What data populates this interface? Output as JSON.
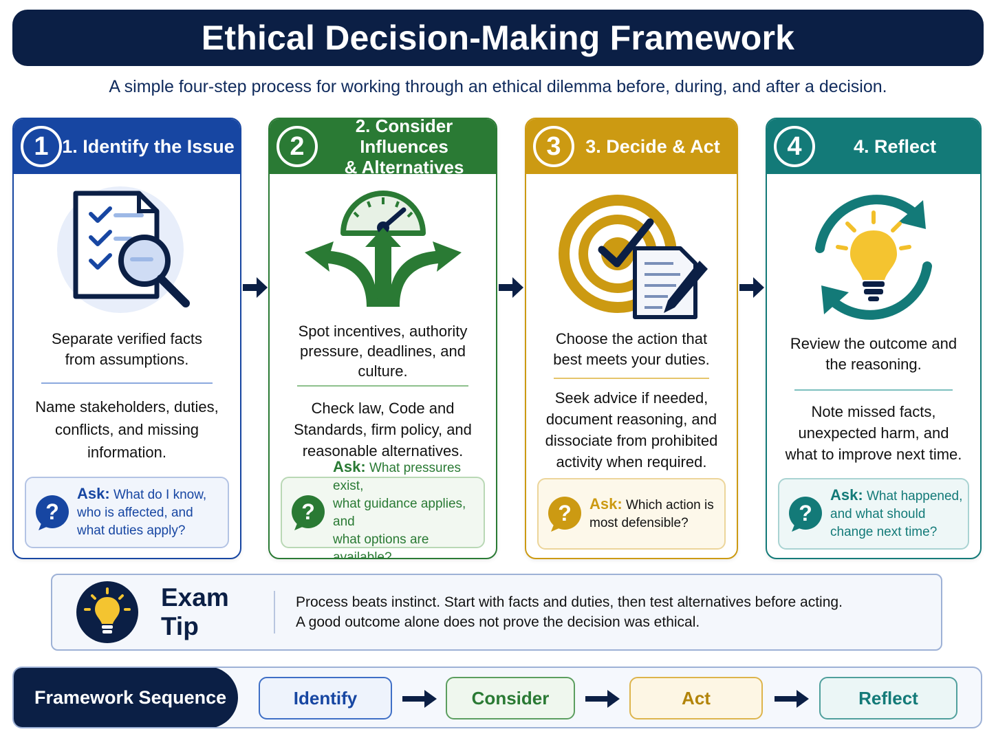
{
  "title": "Ethical Decision-Making Framework",
  "subtitle": "A simple four-step process for working through an ethical dilemma before, during, and after a decision.",
  "steps": [
    {
      "number": "1",
      "title_lines": [
        "1. Identify the Issue"
      ],
      "icon": "checklist-magnifier-icon",
      "primary_lines": [
        "Separate verified facts",
        "from assumptions."
      ],
      "secondary_lines": [
        "Name stakeholders, duties,",
        "conflicts, and missing",
        "information."
      ],
      "ask_label": "Ask:",
      "ask_lines": [
        "What do I know,",
        "who is affected, and",
        "what duties apply?"
      ],
      "color": "#1746a2",
      "ask_bg": "#f1f5fc",
      "ask_border": "#b3c3e4"
    },
    {
      "number": "2",
      "title_lines": [
        "2. Consider Influences",
        "& Alternatives"
      ],
      "icon": "gauge-branching-arrows-icon",
      "primary_lines": [
        "Spot incentives, authority",
        "pressure, deadlines, and",
        "culture."
      ],
      "secondary_lines": [
        "Check law, Code and",
        "Standards, firm policy, and",
        "reasonable alternatives."
      ],
      "ask_label": "Ask:",
      "ask_lines": [
        "What pressures exist,",
        "what guidance applies, and",
        "what options are available?"
      ],
      "color": "#2a7a34",
      "ask_bg": "#f2f8f1",
      "ask_border": "#b9d8b5"
    },
    {
      "number": "3",
      "title_lines": [
        "3. Decide & Act"
      ],
      "icon": "target-document-pen-icon",
      "primary_lines": [
        "Choose the action that",
        "best meets your duties."
      ],
      "secondary_lines": [
        "Seek advice if needed,",
        "document reasoning, and",
        "dissociate from prohibited",
        "activity when required."
      ],
      "ask_label": "Ask:",
      "ask_lines": [
        "Which action is",
        "most defensible?"
      ],
      "color": "#cc9a12",
      "ask_bg": "#fdf8ea",
      "ask_border": "#ecd59a"
    },
    {
      "number": "4",
      "title_lines": [
        "4. Reflect"
      ],
      "icon": "lightbulb-cycle-icon",
      "primary_lines": [
        "Review the outcome and",
        "the reasoning."
      ],
      "secondary_lines": [
        "Note missed facts,",
        "unexpected harm, and",
        "what to improve next time."
      ],
      "ask_label": "Ask:",
      "ask_lines": [
        "What happened,",
        "and what should",
        "change next time?"
      ],
      "color": "#137a78",
      "ask_bg": "#eef7f7",
      "ask_border": "#a9d3d2"
    }
  ],
  "exam_tip": {
    "label": "Exam Tip",
    "lines": [
      "Process beats instinct. Start with facts and duties, then test alternatives before acting.",
      "A good outcome alone does not prove the decision was ethical."
    ],
    "icon": "lightbulb-icon"
  },
  "sequence": {
    "label": "Framework Sequence",
    "items": [
      {
        "label": "Identify",
        "color": "#1746a2",
        "bg": "#eef3fc",
        "border": "#3f6fc6"
      },
      {
        "label": "Consider",
        "color": "#2a7a34",
        "bg": "#eff7ee",
        "border": "#5b9e5f"
      },
      {
        "label": "Act",
        "color": "#b2840a",
        "bg": "#fdf6e4",
        "border": "#ddb44c"
      },
      {
        "label": "Reflect",
        "color": "#137a78",
        "bg": "#ebf6f6",
        "border": "#4f9f9c"
      }
    ]
  },
  "colors": {
    "navy": "#0b1f45"
  }
}
